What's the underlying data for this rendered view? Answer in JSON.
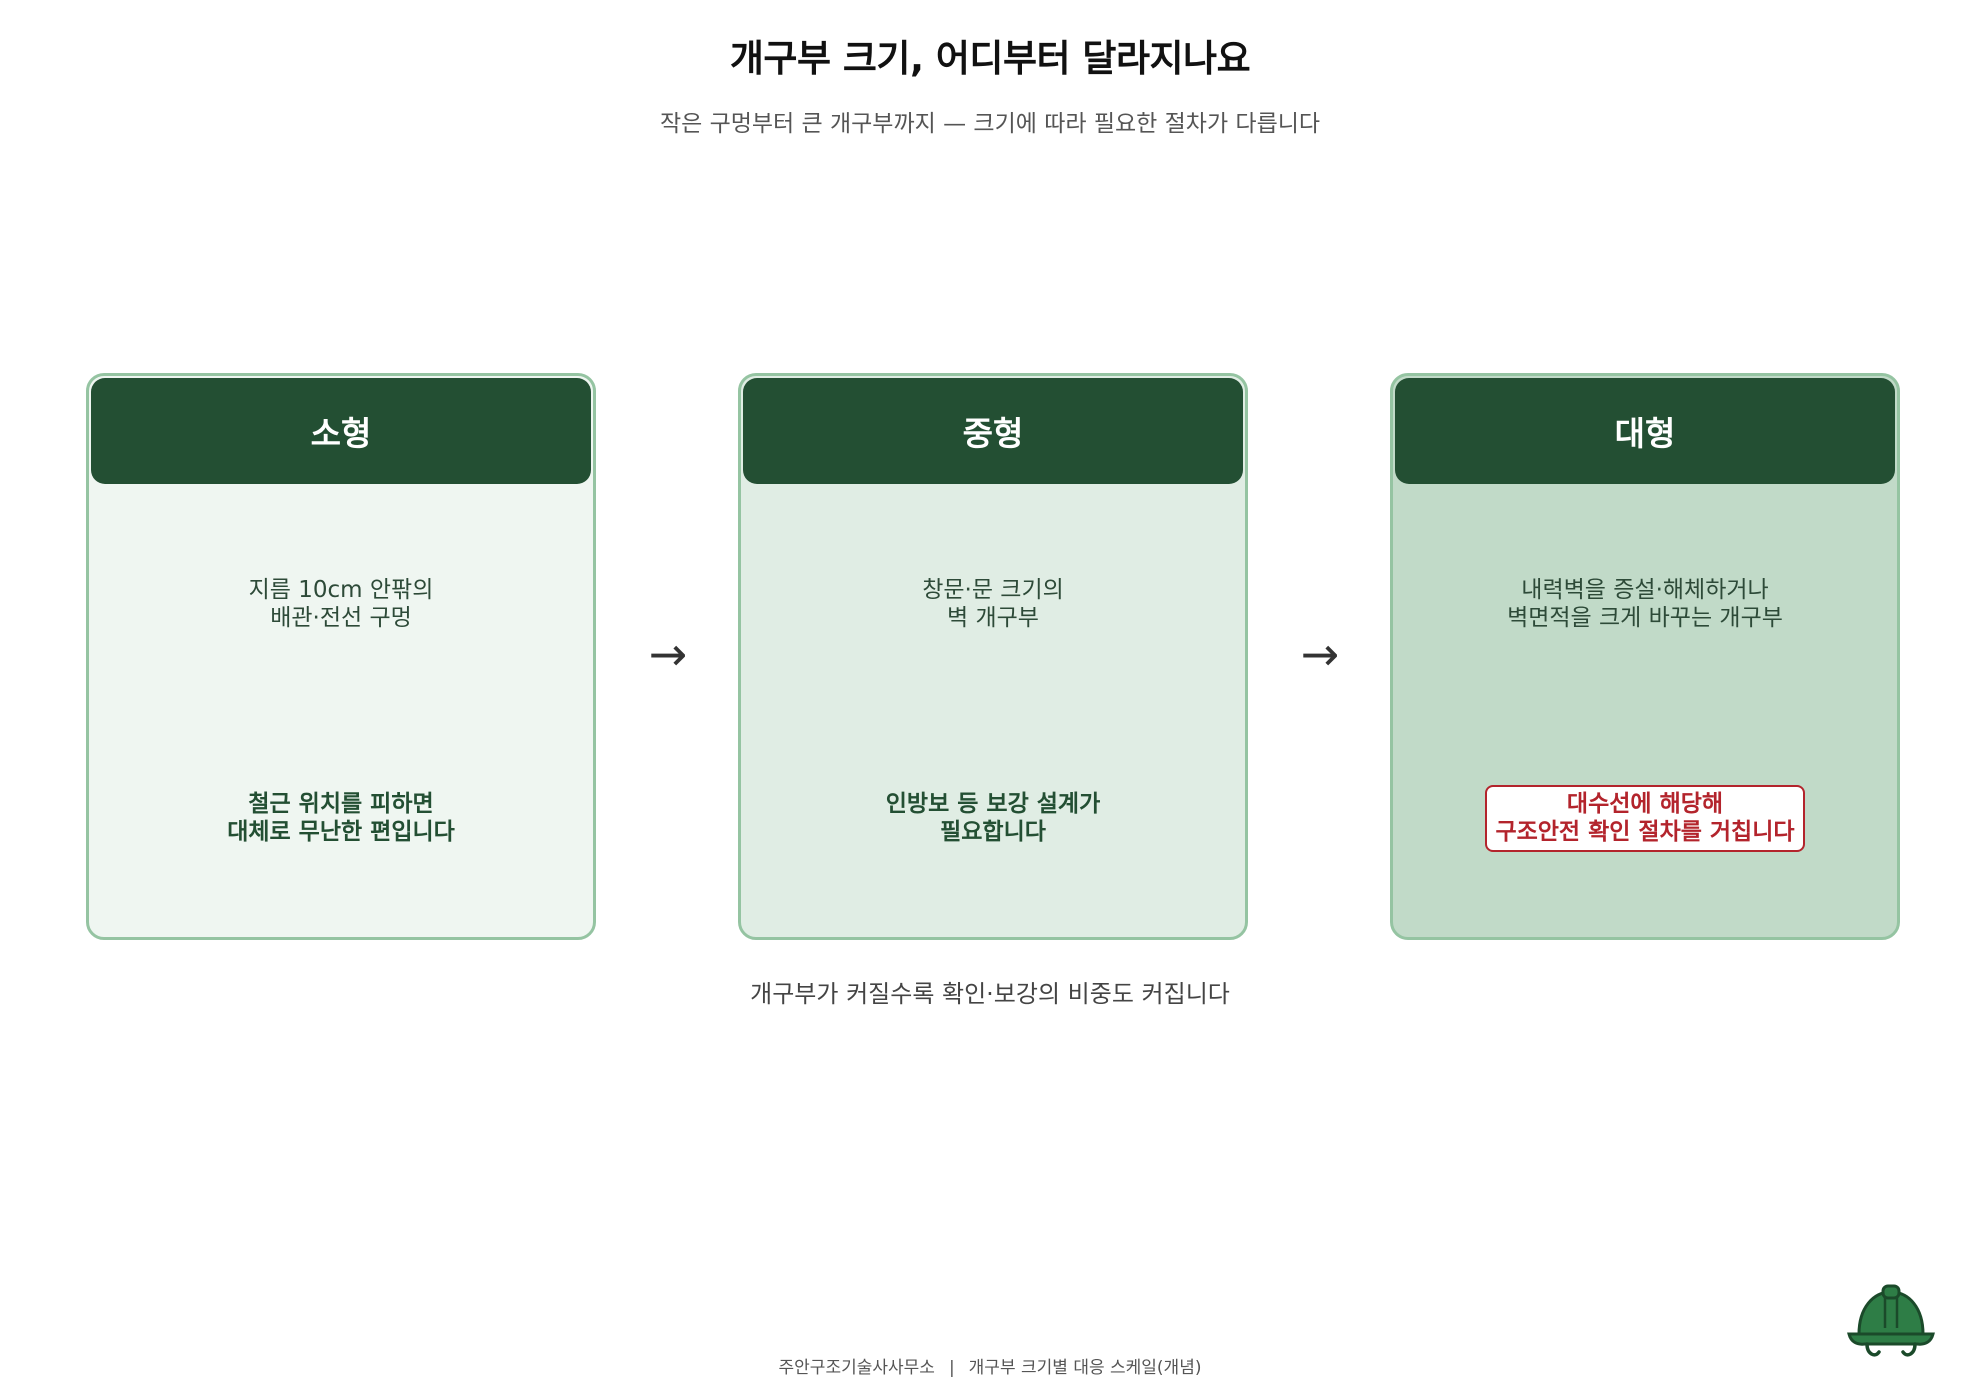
{
  "header": {
    "title": "개구부 크기, 어디부터 달라지나요",
    "subtitle": "작은 구멍부터 큰 개구부까지 — 크기에 따라 필요한 절차가 다릅니다"
  },
  "cards": [
    {
      "title": "소형",
      "description": "지름 10cm 안팎의\n배관·전선 구멍",
      "note": "철근 위치를 피하면\n대체로 무난한 편입니다"
    },
    {
      "title": "중형",
      "description": "창문·문 크기의\n벽 개구부",
      "note": "인방보 등 보강 설계가\n필요합니다"
    },
    {
      "title": "대형",
      "description": "내력벽을 증설·해체하거나\n벽면적을 크게 바꾸는 개구부",
      "note": "대수선에 해당해\n구조안전 확인 절차를 거칩니다"
    }
  ],
  "arrows": [
    "→",
    "→"
  ],
  "caption": "개구부가 커질수록 확인·보강의 비중도 커집니다",
  "footer": {
    "office": "주안구조기술사사무소",
    "separator": "|",
    "label": "개구부 크기별 대응 스케일(개념)"
  },
  "colors": {
    "header_bg": "#234f33",
    "card_border": "#95c4a2",
    "card_small_bg": "#eff6f1",
    "card_medium_bg": "#e0ede4",
    "card_large_bg": "#c1dac8",
    "warning": "#b3242c",
    "helmet": "#2e7d46"
  },
  "icons": {
    "helmet": "hard-hat-icon"
  }
}
